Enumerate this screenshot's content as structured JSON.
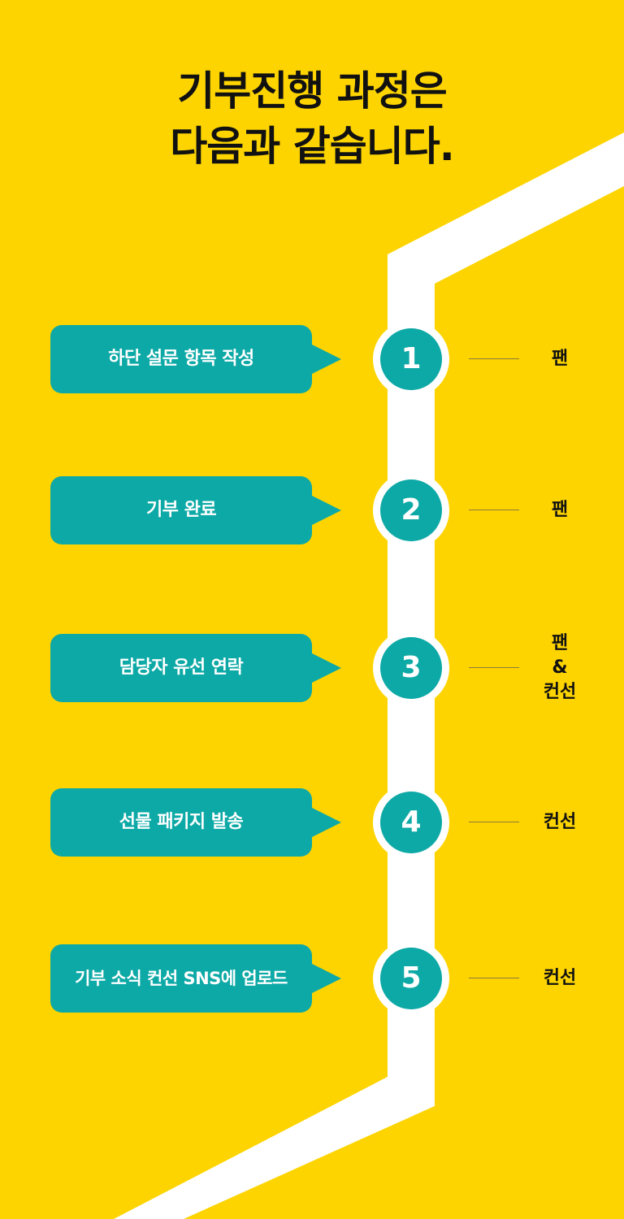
{
  "title": {
    "line1": "기부진행 과정은",
    "line2": "다음과 같습니다."
  },
  "colors": {
    "background": "#FDD400",
    "accent": "#0DA9A6",
    "path": "#FFFFFF",
    "text": "#111111"
  },
  "steps": [
    {
      "number": "1",
      "label": "하단 설문 항목 작성",
      "actor": [
        "팬"
      ]
    },
    {
      "number": "2",
      "label": "기부 완료",
      "actor": [
        "팬"
      ]
    },
    {
      "number": "3",
      "label": "담당자 유선 연락",
      "actor": [
        "팬",
        "&",
        "컨선"
      ]
    },
    {
      "number": "4",
      "label": "선물 패키지 발송",
      "actor": [
        "컨선"
      ]
    },
    {
      "number": "5",
      "label": "기부 소식 컨선 SNS에 업로드",
      "actor": [
        "컨선"
      ]
    }
  ]
}
